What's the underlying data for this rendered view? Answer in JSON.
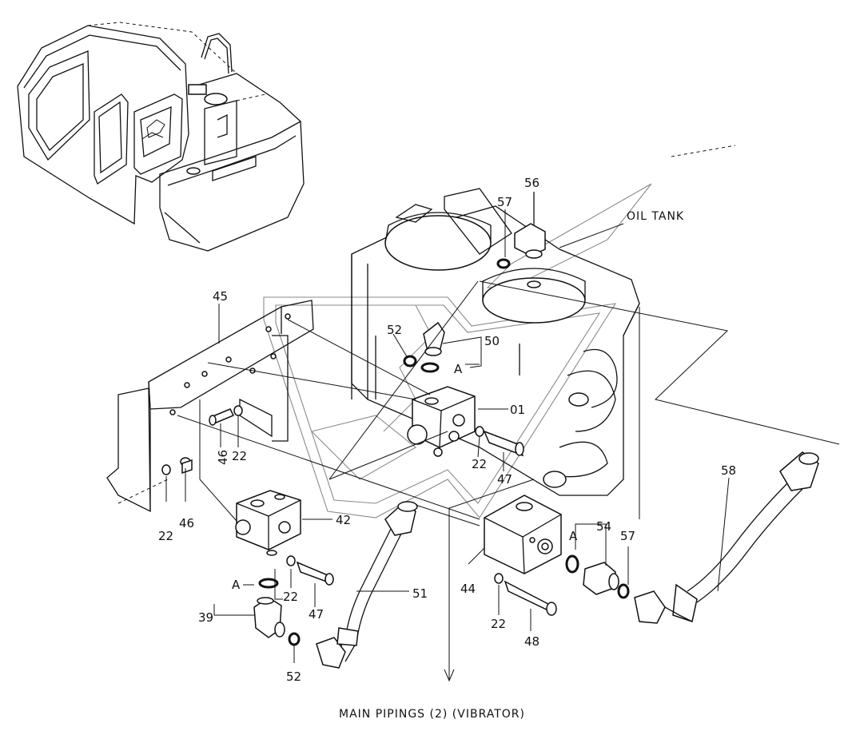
{
  "title": "MAIN PIPINGS (2) (VIBRATOR)",
  "labels": {
    "oil_tank": "OIL TANK"
  },
  "callouts": {
    "c56": "56",
    "c57_top": "57",
    "c45": "45",
    "c52_top": "52",
    "c50": "50",
    "cA_top": "A",
    "c01": "01",
    "c46_a": "46",
    "c22_a": "22",
    "c22_b": "22",
    "c47_a": "47",
    "c58": "58",
    "c22_c": "22",
    "c46_b": "46",
    "c42": "42",
    "c54": "54",
    "cA_right": "A",
    "c57_right": "57",
    "c44": "44",
    "cA_left": "A",
    "c39": "39",
    "c22_d": "22",
    "c47_b": "47",
    "c51": "51",
    "c22_e": "22",
    "c48": "48",
    "c52_bottom": "52"
  }
}
